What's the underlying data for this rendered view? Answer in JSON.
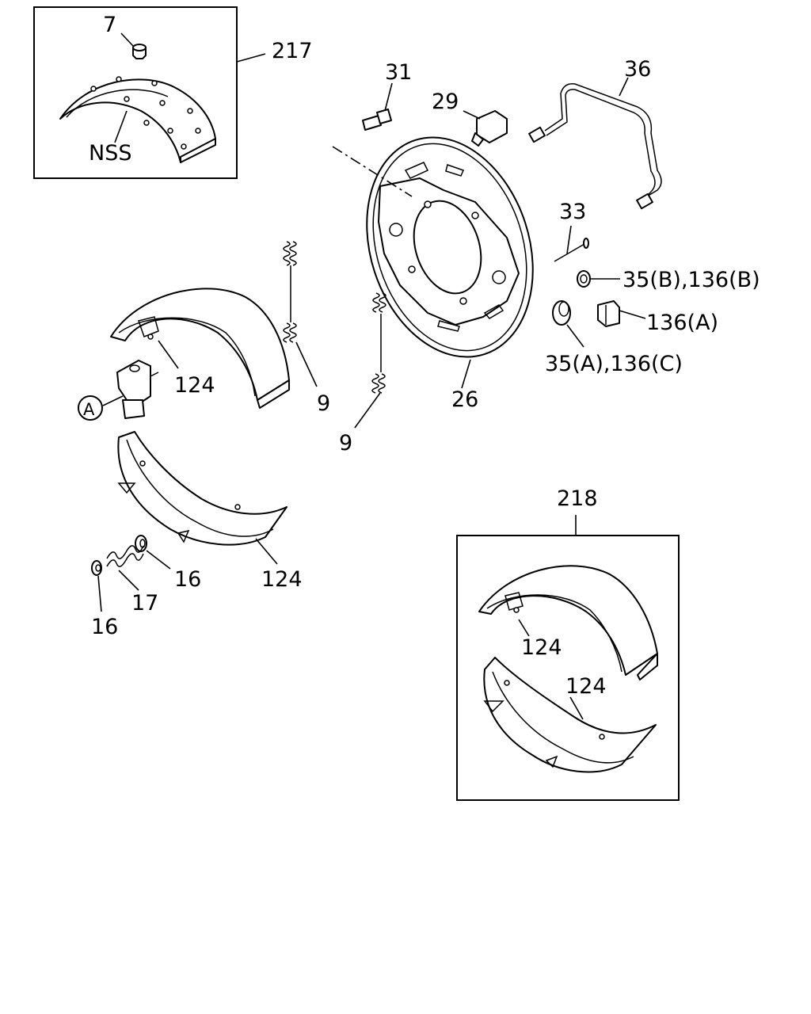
{
  "labels": {
    "l7": "7",
    "l217": "217",
    "nss": "NSS",
    "l31": "31",
    "l29": "29",
    "l36": "36",
    "l33": "33",
    "l35b": "35(B),136(B)",
    "l136a": "136(A)",
    "l35a": "35(A),136(C)",
    "l26": "26",
    "l9a": "9",
    "l9b": "9",
    "l124a": "124",
    "callout_a": "A",
    "l124b": "124",
    "l16a": "16",
    "l17": "17",
    "l16b": "16",
    "l218": "218",
    "l124c": "124",
    "l124d": "124"
  }
}
